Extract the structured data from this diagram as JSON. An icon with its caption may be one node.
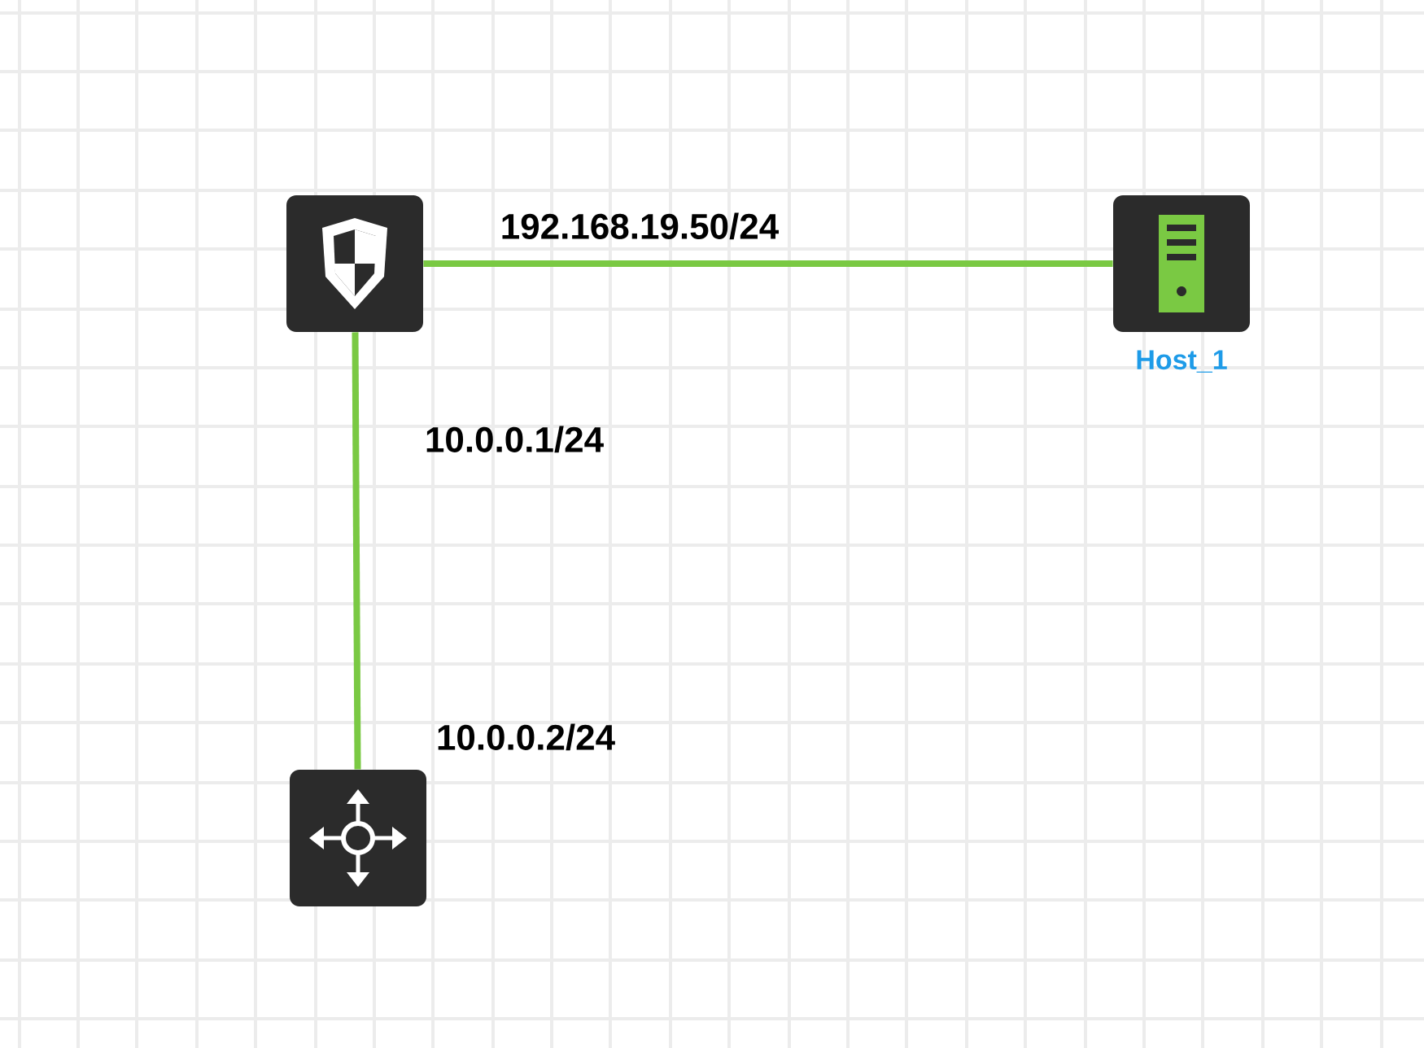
{
  "diagram": {
    "nodes": [
      {
        "text": [],
        "shape": "box"
      },
      {
        "text": [
          "Host_1"
        ]
      },
      {
        "text": [],
        "shape": "box"
      }
    ],
    "edges": [
      {
        "from": 0,
        "to": 1,
        "arrow": "none"
      },
      {
        "from": 0,
        "to": 2,
        "arrow": "none"
      }
    ],
    "labels": [
      "192.168.19.50/24",
      "10.0.0.1/24",
      "10.0.0.2/24"
    ]
  }
}
